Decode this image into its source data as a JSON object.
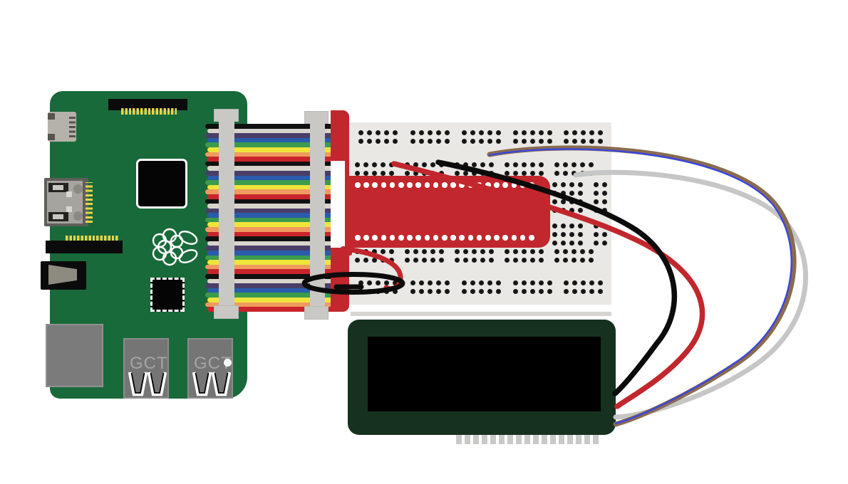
{
  "diagram": {
    "type": "wiring-diagram",
    "background_color": "#ffffff",
    "components": {
      "raspberry_pi": {
        "name": "Raspberry Pi board",
        "board_color": "#196a3a",
        "logo": "raspberry-pi-logo",
        "usb_ports": [
          {
            "label": "GCT",
            "has_dot": false
          },
          {
            "label": "GCT",
            "has_dot": true
          }
        ],
        "ports": [
          "micro-usb",
          "hdmi",
          "audio-jack",
          "ethernet",
          "usb-a",
          "usb-a"
        ],
        "chips": [
          "soc-chip",
          "usb-lan-controller"
        ]
      },
      "ribbon_cable": {
        "name": "40-pin rainbow ribbon cable",
        "wire_count": 40,
        "color_cycle": [
          "#111111",
          "#d8d4cb",
          "#4a3e68",
          "#2a5cab",
          "#3c9b4c",
          "#efe43c",
          "#ef9a5e",
          "#c9242b"
        ],
        "clamp_color": "#c9c8c5"
      },
      "cobbler": {
        "name": "Pi cobbler breakout",
        "color": "#c1272d",
        "hole_rows": 2,
        "holes_per_row": 21,
        "hole_color": "#ffffff"
      },
      "breadboard": {
        "name": "full-size breadboard",
        "color": "#e9e8e5",
        "hole_color": "#161616",
        "power_rail_groups": 5,
        "holes_per_group": 5,
        "main_groups": 5
      },
      "lcd": {
        "name": "character LCD module",
        "body_color": "#17311f",
        "screen_color": "#000000",
        "pin_count": 17,
        "pin_color": "#c9c9c8"
      },
      "wires": [
        {
          "id": "black-jumper",
          "color_hex": "#0b0b0b",
          "from": "breadboard row",
          "to": "LCD right edge"
        },
        {
          "id": "red-jumper",
          "color_hex": "#c1272d",
          "from": "breadboard row",
          "to": "LCD right edge"
        },
        {
          "id": "gray-jumper",
          "color_hex": "#c6c6c6",
          "from": "breadboard row",
          "to": "LCD right edge"
        },
        {
          "id": "brown-jumper",
          "color_hex": "#8a6b4d",
          "from": "breadboard row",
          "to": "LCD right edge"
        },
        {
          "id": "blue-jumper",
          "color_hex": "#3946df",
          "from": "breadboard row",
          "to": "LCD right edge"
        },
        {
          "id": "red-hook-jumper",
          "color_hex": "#c1272d",
          "from": "cobbler edge",
          "to": "bottom power rail"
        },
        {
          "id": "black-loop-jumper",
          "color_hex": "#0b0b0b",
          "from": "ribbon area loop",
          "to": "bottom power rail"
        }
      ]
    }
  }
}
